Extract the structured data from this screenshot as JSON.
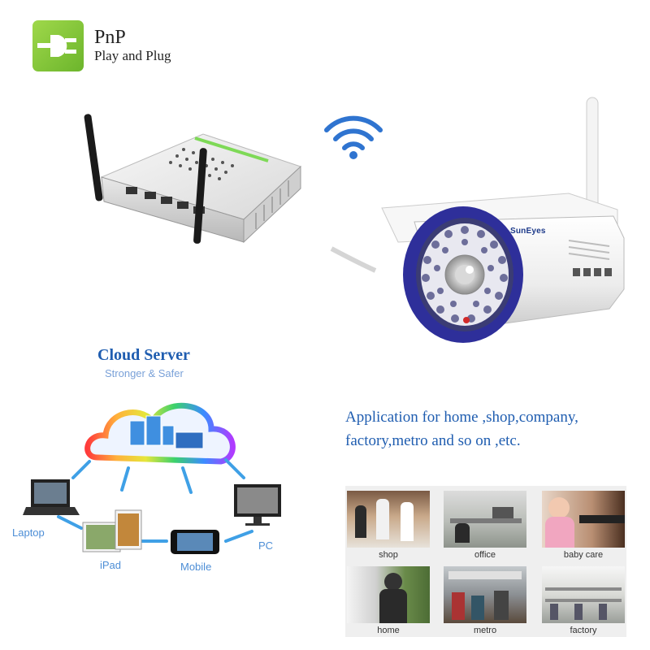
{
  "pnp": {
    "title": "PnP",
    "subtitle": "Play and Plug",
    "icon": "plug-icon",
    "color": "#7cc236"
  },
  "camera": {
    "brand": "SunEyes"
  },
  "cloud": {
    "title": "Cloud Server",
    "subtitle": "Stronger & Safer",
    "devices": {
      "laptop": "Laptop",
      "ipad": "iPad",
      "mobile": "Mobile",
      "pc": "PC"
    }
  },
  "application": {
    "text": "Application for home ,shop,company, factory,metro and so on ,etc."
  },
  "scenes": [
    {
      "label": "shop"
    },
    {
      "label": "office"
    },
    {
      "label": "baby care"
    },
    {
      "label": "home"
    },
    {
      "label": "metro"
    },
    {
      "label": "factory"
    }
  ],
  "colors": {
    "accent_blue": "#1f5db0",
    "light_blue": "#4d8ed6",
    "camera_ring": "#2e2f9a"
  }
}
